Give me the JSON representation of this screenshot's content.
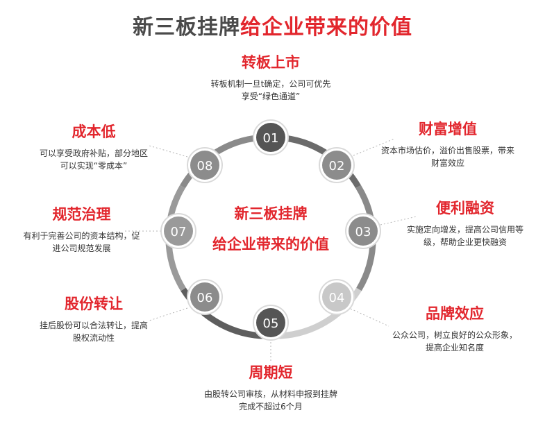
{
  "title": {
    "part1": "新三板挂牌",
    "part2": "给企业带来的价值"
  },
  "center": {
    "line1": "新三板挂牌",
    "line2": "给企业带来的价值"
  },
  "nodes": [
    {
      "num": "01",
      "head": "转板上市",
      "desc1": "转板机制一旦t确定，公司可优先",
      "desc2": "享受“绿色通道”",
      "color": "#555555"
    },
    {
      "num": "02",
      "head": "财富增值",
      "desc1": "资本市场估价，溢价出售股票，带来",
      "desc2": "财富效应",
      "color": "#8c8c8c"
    },
    {
      "num": "03",
      "head": "便利融资",
      "desc1": "实施定向增发，提高公司信用等",
      "desc2": "级，帮助企业更快融资",
      "color": "#8c8c8c"
    },
    {
      "num": "04",
      "head": "品牌效应",
      "desc1": "公众公司，树立良好的公众形象，",
      "desc2": "提高企业知名度",
      "color": "#c8c8c8"
    },
    {
      "num": "05",
      "head": "周期短",
      "desc1": "由股转公司审核，从材料申报到挂牌",
      "desc2": "完成不超过6个月",
      "color": "#555555"
    },
    {
      "num": "06",
      "head": "股份转让",
      "desc1": "挂后股份可以合法转让，提高",
      "desc2": "股权流动性",
      "color": "#8c8c8c"
    },
    {
      "num": "07",
      "head": "规范治理",
      "desc1": "有利于完善公司的资本结构，促",
      "desc2": "进公司规范发展",
      "color": "#9a9a9a"
    },
    {
      "num": "08",
      "head": "成本低",
      "desc1": "可以享受政府补贴，部分地区",
      "desc2": "可以实现“零成本”",
      "color": "#8c8c8c"
    }
  ]
}
